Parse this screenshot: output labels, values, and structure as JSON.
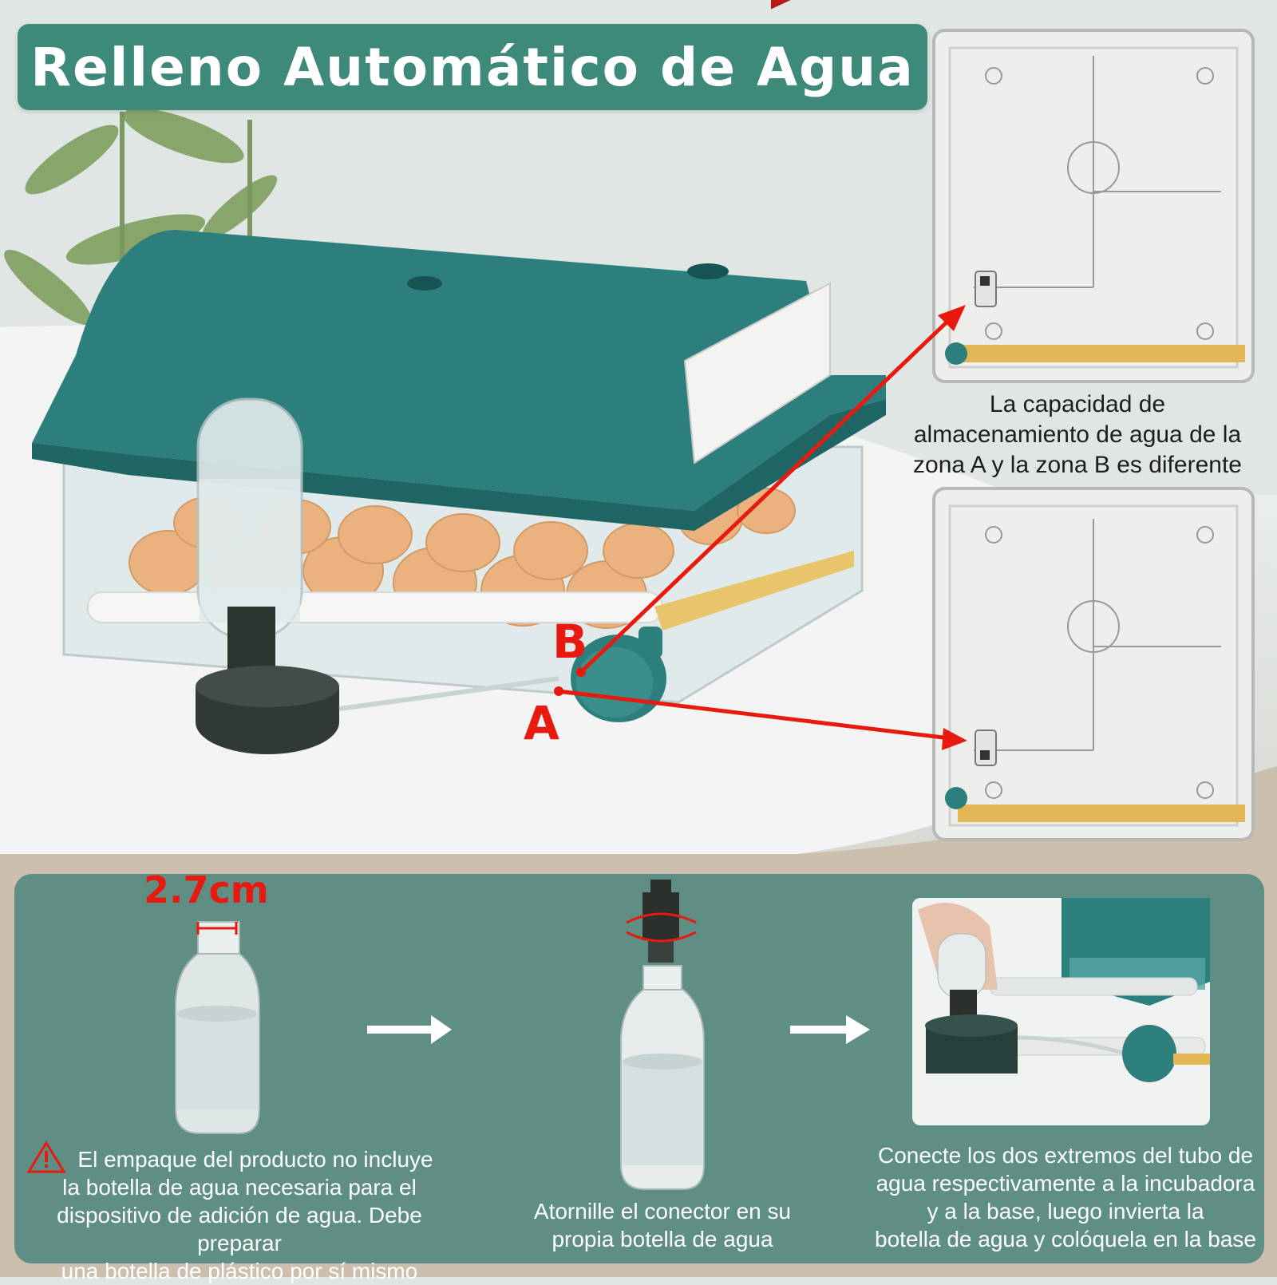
{
  "title": "Relleno Automático de Agua",
  "zone_caption": [
    "La capacidad de",
    "almacenamiento de agua de la",
    "zona A y la zona B es diferente"
  ],
  "labels": {
    "a": "A",
    "b": "B"
  },
  "dimension": "2.7cm",
  "steps": {
    "step1": [
      "El empaque del producto no incluye",
      "la botella de agua necesaria para el",
      "dispositivo de adición de agua. Debe preparar",
      "una botella de plástico por sí mismo"
    ],
    "step2": [
      "Atornille el conector en su",
      "propia botella de agua"
    ],
    "step3": [
      "Conecte los dos extremos del tubo de",
      "agua respectivamente a la incubadora",
      "y a la base, luego invierta la",
      "botella de agua y colóquela en la base"
    ]
  },
  "colors": {
    "teal": "#2c7f7c",
    "arrow_red": "#e8190f",
    "panel": "#5e8e84"
  }
}
